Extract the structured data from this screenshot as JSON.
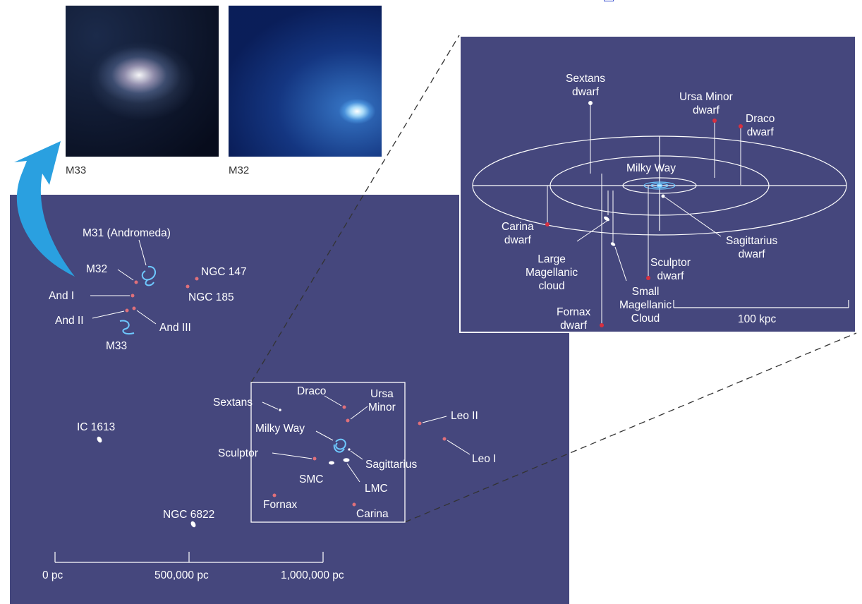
{
  "photos": {
    "m33_caption": "M33",
    "m32_caption": "M32"
  },
  "main_labels": {
    "m31": "M31 (Andromeda)",
    "m32": "M32",
    "and1": "And I",
    "and2": "And II",
    "and3": "And III",
    "m33": "M33",
    "ngc147": "NGC 147",
    "ngc185": "NGC 185",
    "ic1613": "IC 1613",
    "ngc6822": "NGC 6822",
    "sextans": "Sextans",
    "draco": "Draco",
    "ursa_minor": "Ursa\nMinor",
    "milky_way": "Milky Way",
    "sculptor": "Sculptor",
    "sagittarius": "Sagittarius",
    "smc": "SMC",
    "lmc": "LMC",
    "fornax": "Fornax",
    "carina": "Carina",
    "leo2": "Leo II",
    "leo1": "Leo I"
  },
  "scale": {
    "tick0": "0 pc",
    "tick1": "500,000 pc",
    "tick2": "1,000,000 pc"
  },
  "inset_labels": {
    "sextans": "Sextans\ndwarf",
    "ursa_minor": "Ursa Minor\ndwarf",
    "draco": "Draco\ndwarf",
    "milky_way": "Milky Way",
    "carina": "Carina\ndwarf",
    "sagittarius": "Sagittarius\ndwarf",
    "lmc": "Large\nMagellanic\ncloud",
    "sculptor": "Sculptor\ndwarf",
    "smc": "Small\nMagellanic\nCloud",
    "fornax": "Fornax\ndwarf",
    "scale": "100 kpc"
  },
  "colors": {
    "panel": "#45477d",
    "dwarf_dot": "#e0707a",
    "inset_dot": "#d63040",
    "arrow": "#2aa0e0",
    "spiral": "#6ec8ff"
  }
}
